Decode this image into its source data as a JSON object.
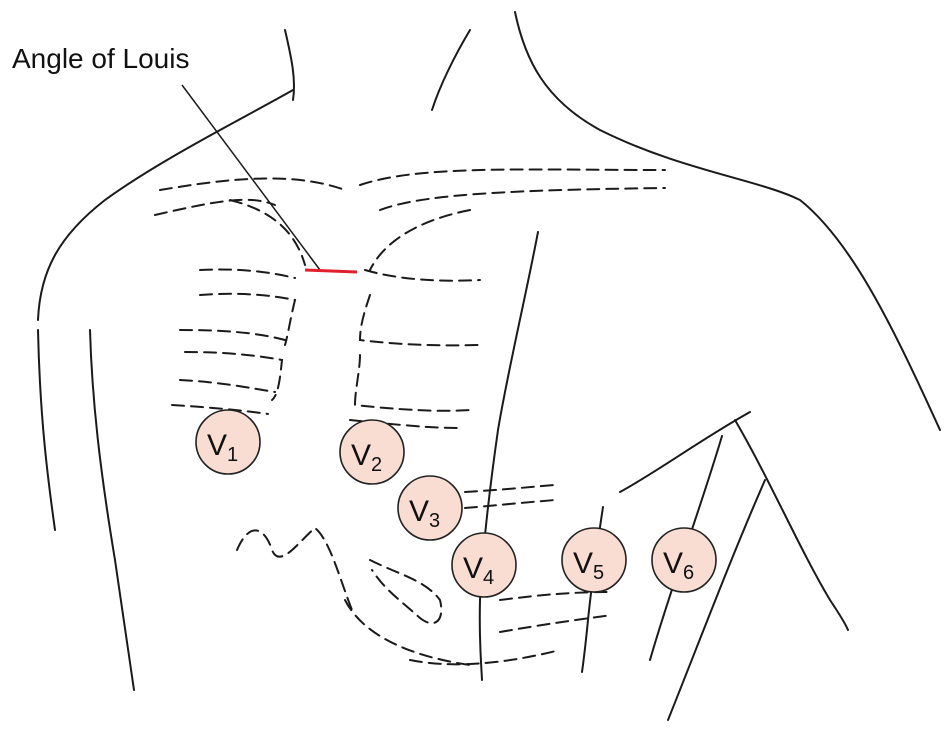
{
  "labels": {
    "angle_of_louis": "Angle of Louis"
  },
  "colors": {
    "electrode_fill": "#f9ddd3",
    "angle_marker": "#e0202c",
    "outline": "#1a1a1a"
  },
  "electrodes": [
    {
      "letter": "V",
      "sub": "1"
    },
    {
      "letter": "V",
      "sub": "2"
    },
    {
      "letter": "V",
      "sub": "3"
    },
    {
      "letter": "V",
      "sub": "4"
    },
    {
      "letter": "V",
      "sub": "5"
    },
    {
      "letter": "V",
      "sub": "6"
    }
  ]
}
